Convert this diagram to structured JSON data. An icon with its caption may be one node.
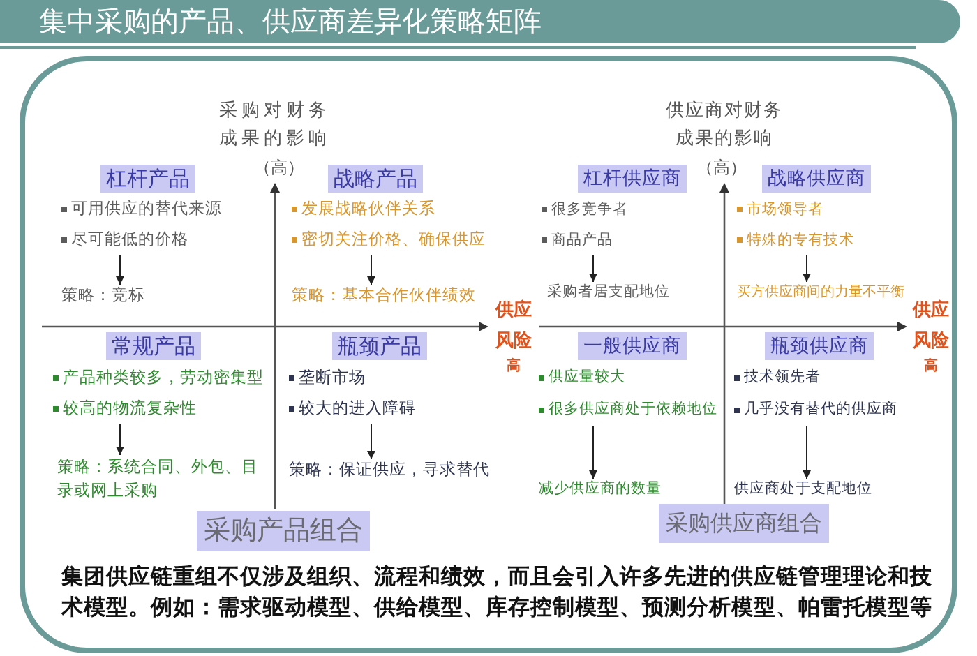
{
  "diagram": {
    "title": "集中采购的产品、供应商差异化策略矩阵",
    "nodes": [
      {
        "text": [
          "杠杆产品"
        ]
      },
      {
        "text": [
          "可用供应的替代来源",
          "尽可能低的价格"
        ]
      },
      {
        "text": [
          "策略：竞标"
        ]
      },
      {
        "text": [
          "战略产品"
        ]
      },
      {
        "text": [
          "发展战略伙伴关系",
          "密切关注价格、确保供应"
        ]
      },
      {
        "text": [
          "策略：基本合作伙伴绩效"
        ]
      },
      {
        "text": [
          "常规产品"
        ]
      },
      {
        "text": [
          "产品种类较多，劳动密集型",
          "较高的物流复杂性"
        ]
      },
      {
        "text": [
          "策略：系统合同、外包、目录或网上采购"
        ]
      },
      {
        "text": [
          "瓶颈产品"
        ]
      },
      {
        "text": [
          "垄断市场",
          "较大的进入障碍"
        ]
      },
      {
        "text": [
          "策略：保证供应，寻求替代"
        ]
      },
      {
        "text": [
          "采购产品组合"
        ]
      },
      {
        "text": [
          "杠杆供应商"
        ]
      },
      {
        "text": [
          "很多竞争者",
          "商品产品"
        ]
      },
      {
        "text": [
          "采购者居支配地位"
        ]
      },
      {
        "text": [
          "战略供应商"
        ]
      },
      {
        "text": [
          "市场领导者",
          "特殊的专有技术"
        ]
      },
      {
        "text": [
          "买方供应商间的力量不平衡"
        ]
      },
      {
        "text": [
          "一般供应商"
        ]
      },
      {
        "text": [
          "供应量较大",
          "很多供应商处于依赖地位"
        ]
      },
      {
        "text": [
          "减少供应商的数量"
        ]
      },
      {
        "text": [
          "瓶颈供应商"
        ]
      },
      {
        "text": [
          "技术领先者",
          "几乎没有替代的供应商"
        ]
      },
      {
        "text": [
          "供应商处于支配地位"
        ]
      },
      {
        "text": [
          "采购供应商组合"
        ]
      }
    ],
    "edges": [
      {
        "from": 1,
        "to": 2,
        "arrow": "to"
      },
      {
        "from": 4,
        "to": 5,
        "arrow": "to"
      },
      {
        "from": 7,
        "to": 8,
        "arrow": "to"
      },
      {
        "from": 10,
        "to": 11,
        "arrow": "to"
      },
      {
        "from": 14,
        "to": 15,
        "arrow": "to"
      },
      {
        "from": 17,
        "to": 18,
        "arrow": "to"
      },
      {
        "from": 20,
        "to": 21,
        "arrow": "to"
      },
      {
        "from": 23,
        "to": 24,
        "arrow": "to"
      }
    ],
    "labels": [
      "采购对财务成果的影响",
      "（高）",
      "供应风险",
      "高",
      "供应商对财务成果的影响",
      "（高）",
      "供应风险",
      "高",
      "集团供应链重组不仅涉及组织、流程和绩效，而且会引入许多先进的供应链管理理论和技术模型。例如：需求驱动模型、供给模型、库存控制模型、预测分析模型、帕雷托模型等"
    ]
  }
}
